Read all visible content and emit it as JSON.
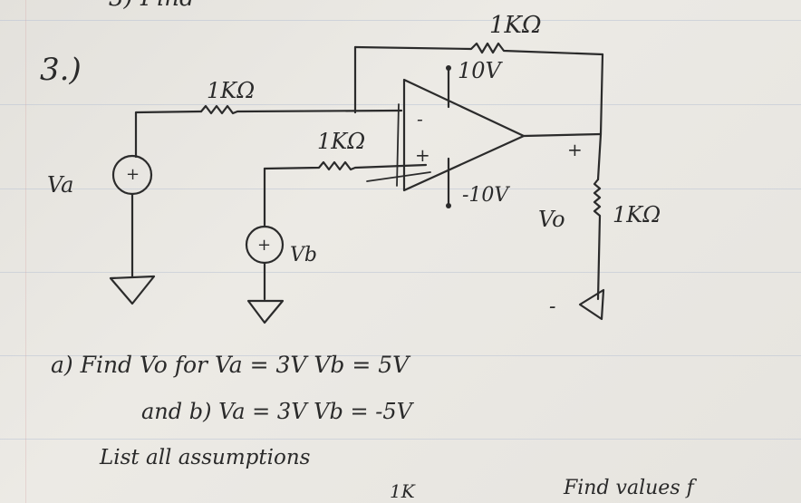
{
  "problem_number": "3.)",
  "top_cut_text": "3) Find",
  "labels": {
    "r_feedback": "1KΩ",
    "r_a": "1KΩ",
    "r_b": "1KΩ",
    "r_load": "1KΩ",
    "pos_supply": "10V",
    "neg_supply": "-10V",
    "va": "Va",
    "vb": "Vb",
    "vo": "Vo",
    "inv_sign": "-",
    "noninv_sign": "+",
    "out_plus": "+",
    "out_minus": "-",
    "src_plus": "+",
    "src_minus": "-"
  },
  "questions": {
    "a": "a) Find Vo for Va = 3V Vb = 5V",
    "b": "and   b) Va = 3V  Vb = -5V",
    "c": "List all assumptions"
  },
  "bottom_cut_left": "1K",
  "bottom_cut_right": "Find values f"
}
